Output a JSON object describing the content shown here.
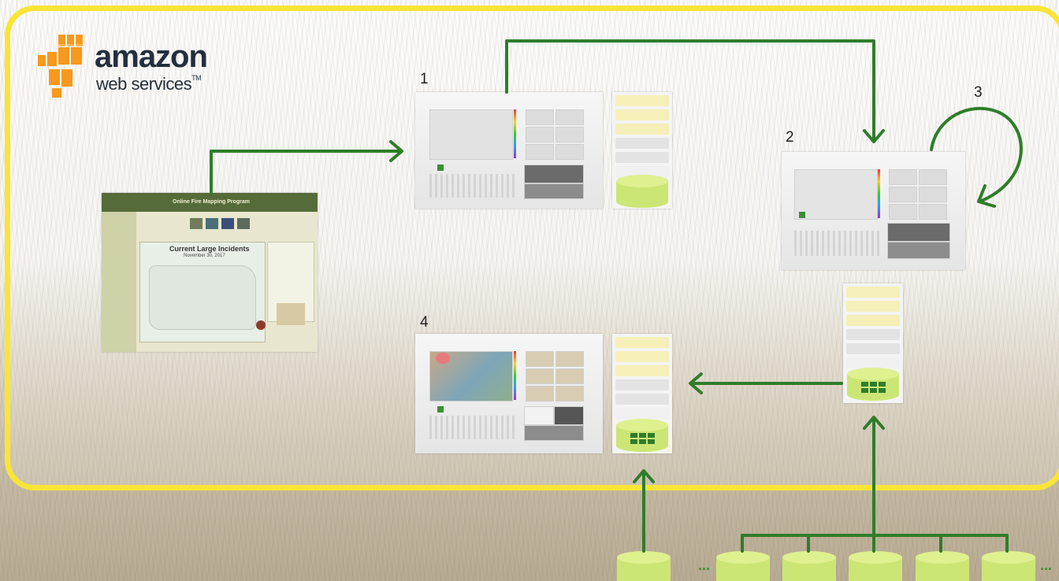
{
  "logo": {
    "brand": "amazon",
    "subbrand": "web services",
    "trademark": "TM"
  },
  "nodes": {
    "n1": {
      "label": "1"
    },
    "n2": {
      "label": "2"
    },
    "n3": {
      "label": "3"
    },
    "n4": {
      "label": "4"
    }
  },
  "website": {
    "title": "Online Fire Mapping Program",
    "heading": "Current Large Incidents",
    "date": "November 30, 2017"
  },
  "ellipsis": "...",
  "colors": {
    "frame": "#f9e536",
    "arrow": "#2f7d2a",
    "cylinder": "#cce676",
    "cylinder_dark": "#2f7d2a",
    "logo_orange": "#f7991c",
    "logo_text": "#232f3e"
  }
}
